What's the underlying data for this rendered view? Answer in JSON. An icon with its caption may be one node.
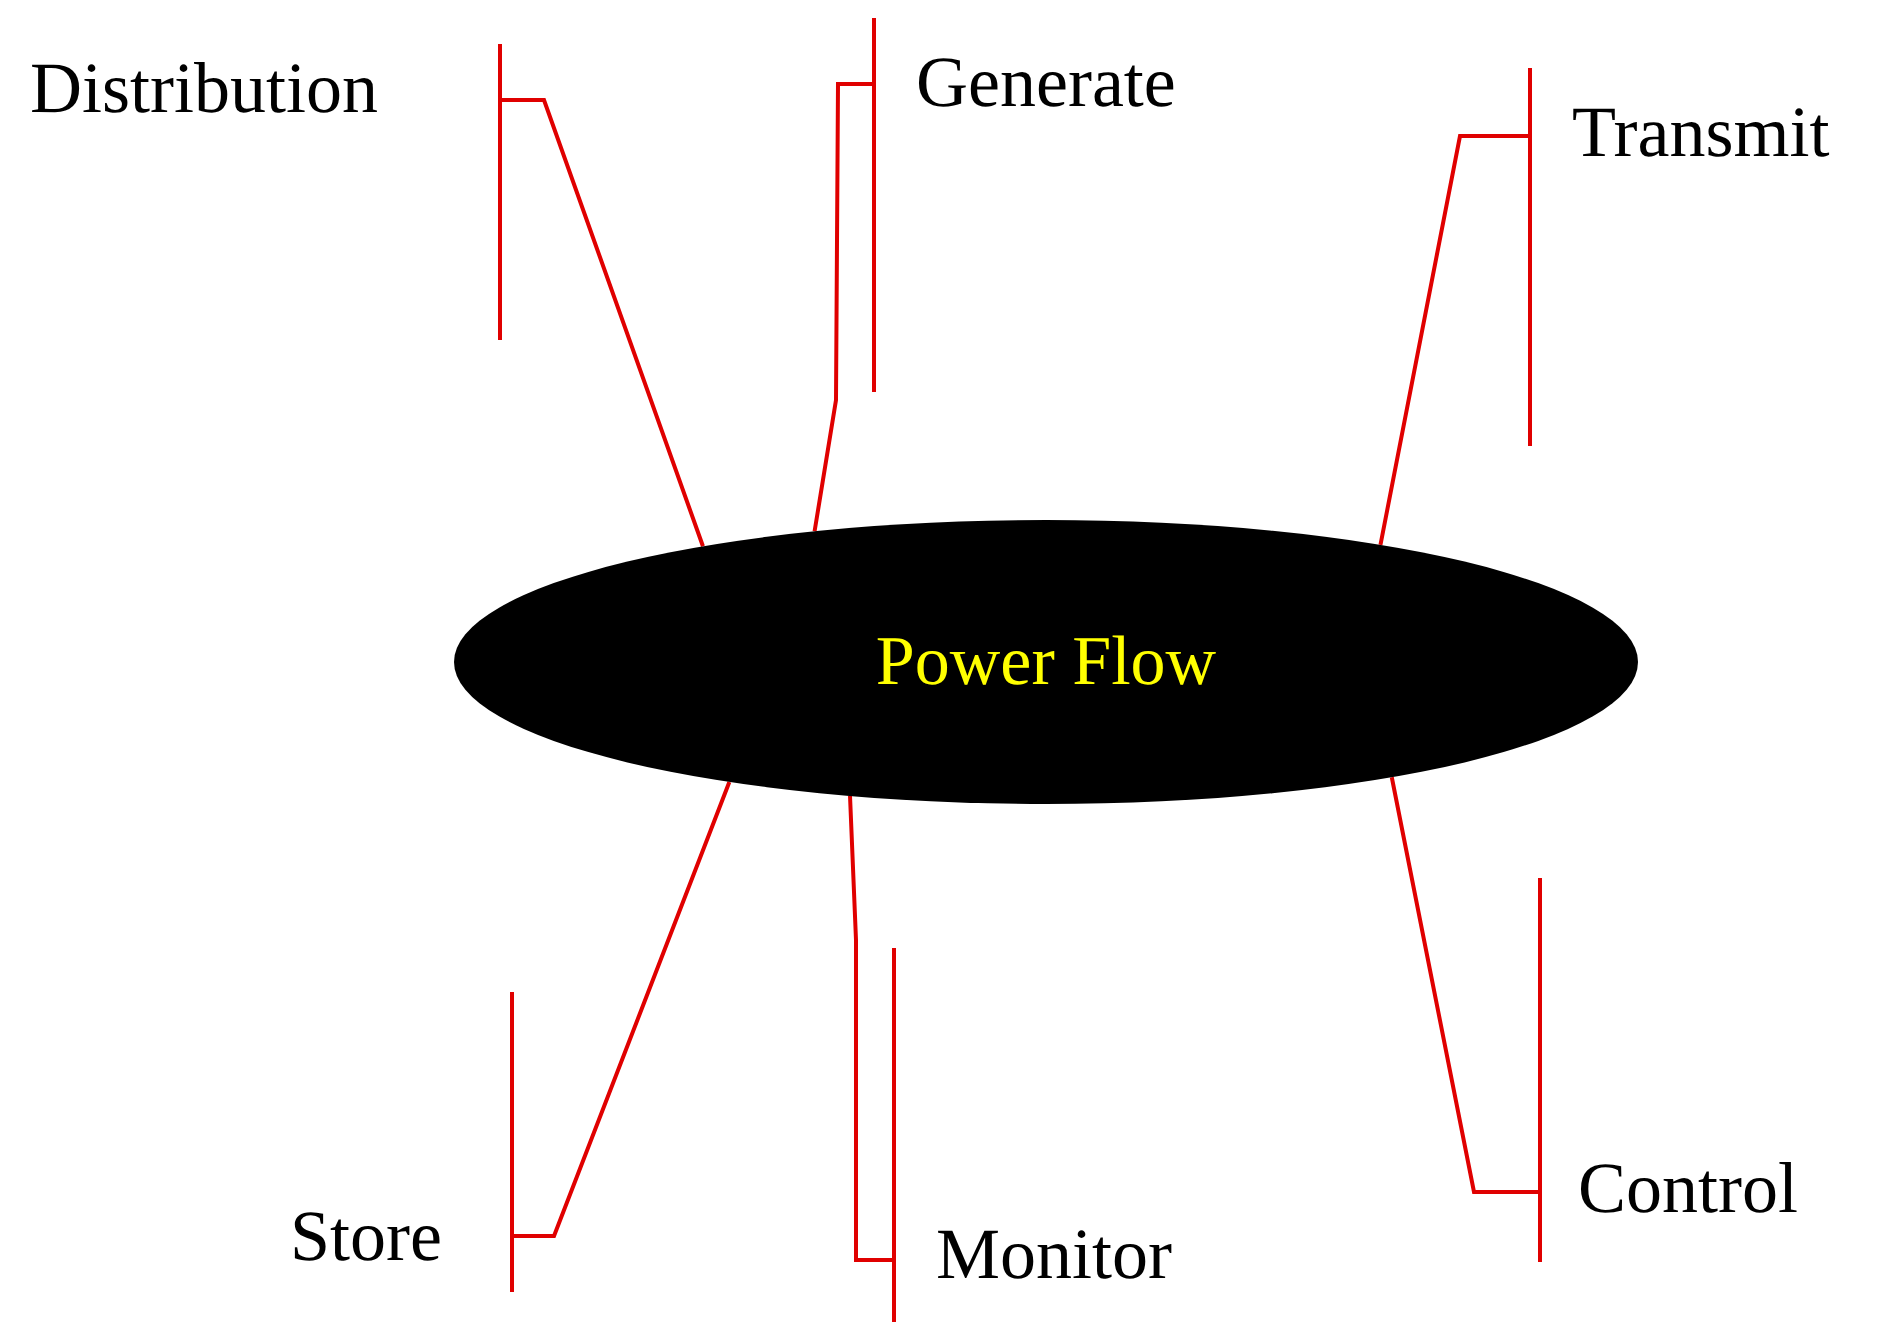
{
  "diagram": {
    "nodes": [
      {
        "text": [
          "Power Flow"
        ]
      },
      {
        "text": [
          "Distribution"
        ]
      },
      {
        "text": [
          "Generate"
        ]
      },
      {
        "text": [
          "Transmit"
        ]
      },
      {
        "text": [
          "Store"
        ]
      },
      {
        "text": [
          "Monitor"
        ]
      },
      {
        "text": [
          "Control"
        ]
      }
    ],
    "edges": [
      {
        "from": 0,
        "to": 1,
        "arrow": "none"
      },
      {
        "from": 0,
        "to": 2,
        "arrow": "none"
      },
      {
        "from": 0,
        "to": 3,
        "arrow": "none"
      },
      {
        "from": 0,
        "to": 4,
        "arrow": "none"
      },
      {
        "from": 0,
        "to": 5,
        "arrow": "none"
      },
      {
        "from": 0,
        "to": 6,
        "arrow": "none"
      }
    ]
  }
}
